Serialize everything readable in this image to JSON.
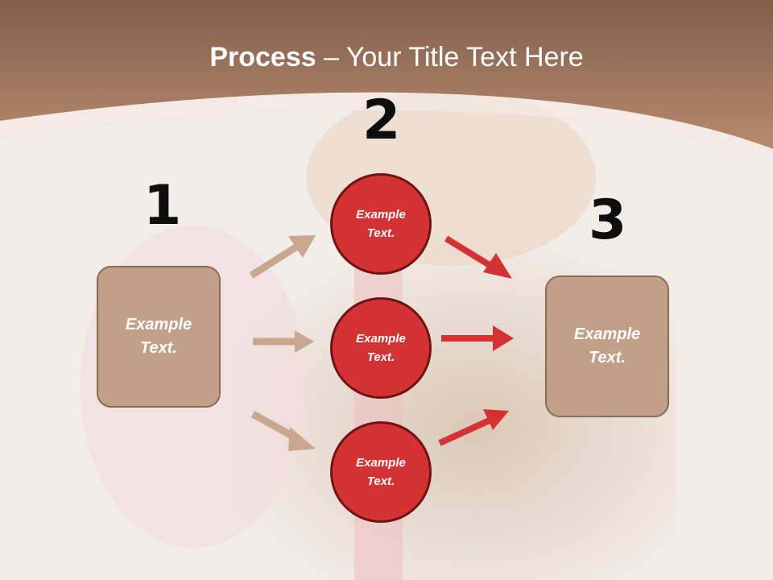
{
  "title": {
    "bold": "Process",
    "rest": " – Your Title Text Here"
  },
  "steps": {
    "one": "1",
    "two": "2",
    "three": "3"
  },
  "boxes": {
    "left": "Example\nText.",
    "right": "Example\nText."
  },
  "circles": [
    {
      "label": "Example\nText."
    },
    {
      "label": "Example\nText."
    },
    {
      "label": "Example\nText."
    }
  ],
  "colors": {
    "header": "#a5775e",
    "box": "#c29f88",
    "circle": "#d33333",
    "arrow_in": "#c9a690",
    "arrow_out": "#d33333"
  }
}
